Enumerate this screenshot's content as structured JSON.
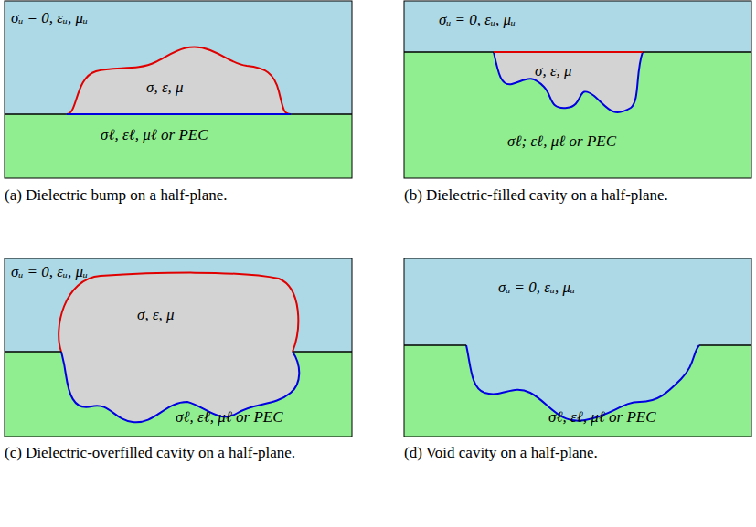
{
  "diagram": {
    "labels": [
      "σᵤ = 0, εᵤ, μᵤ",
      "σ, ε, μ",
      "σℓ, εℓ, μℓ or PEC",
      "(a) Dielectric bump on a half-plane.",
      "σᵤ = 0, εᵤ, μᵤ",
      "σ, ε, μ",
      "σℓ; εℓ, μℓ or PEC",
      "(b) Dielectric-filled cavity on a half-plane.",
      "σᵤ = 0, εᵤ, μᵤ",
      "σ, ε, μ",
      "σℓ, εℓ, μℓ or PEC",
      "(c) Dielectric-overfilled cavity on a half-plane.",
      "σᵤ = 0, εᵤ, μᵤ",
      "σℓ, εℓ, μℓ or PEC",
      "(d) Void cavity on a half-plane."
    ]
  }
}
